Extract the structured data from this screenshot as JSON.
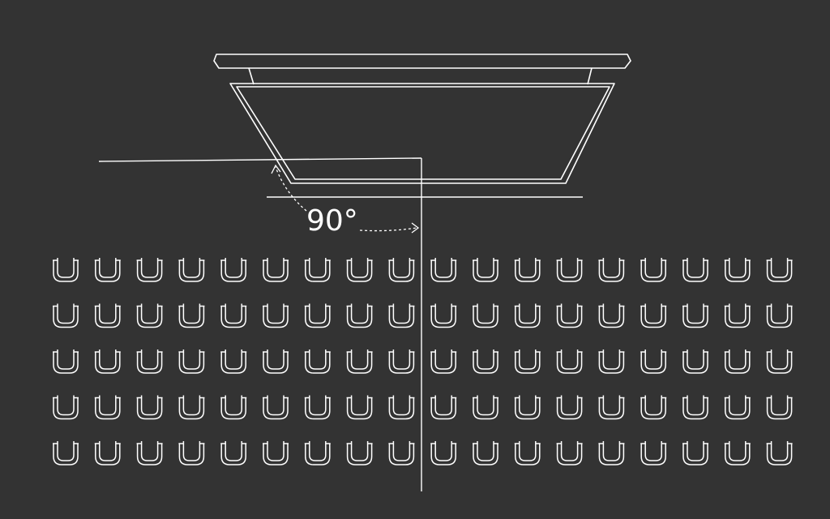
{
  "diagram": {
    "angle_label": "90°",
    "colors": {
      "background": "#333333",
      "line": "#ffffff"
    },
    "screen": {
      "icon": "tilted-display-panel-icon"
    },
    "seating": {
      "rows": 5,
      "columns": 18,
      "icon": "seat-icon"
    }
  }
}
